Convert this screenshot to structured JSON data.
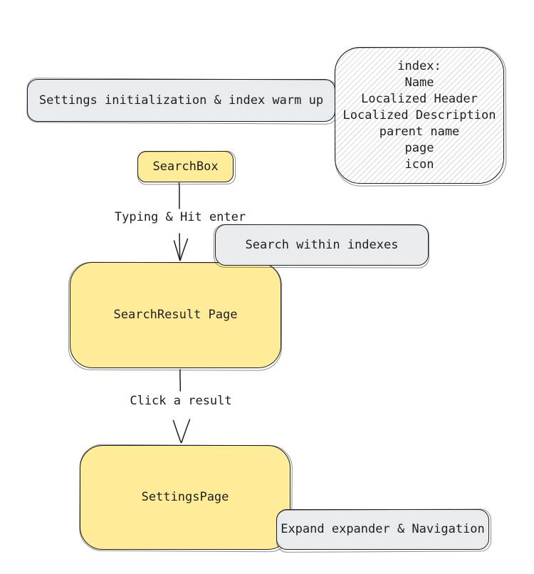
{
  "colors": {
    "canvas-bg": "#ffffff",
    "node-yellow": "#ffec99",
    "node-gray": "#e9ecef",
    "stroke": "#1e1e1e",
    "hatch-line": "#d9dce0"
  },
  "nodes": {
    "settings_init": {
      "label": "Settings initialization & index warm up"
    },
    "index_note": {
      "lines": [
        "index:",
        "Name",
        "Localized Header",
        "Localized Description",
        "parent name",
        "page",
        "icon"
      ]
    },
    "search_box": {
      "label": "SearchBox"
    },
    "search_within": {
      "label": "Search within indexes"
    },
    "search_result": {
      "label": "SearchResult Page"
    },
    "settings_page": {
      "label": "SettingsPage"
    },
    "expand_nav": {
      "label": "Expand expander & Navigation"
    }
  },
  "edges": {
    "typing": {
      "label": "Typing & Hit enter"
    },
    "click": {
      "label": "Click a result"
    }
  }
}
